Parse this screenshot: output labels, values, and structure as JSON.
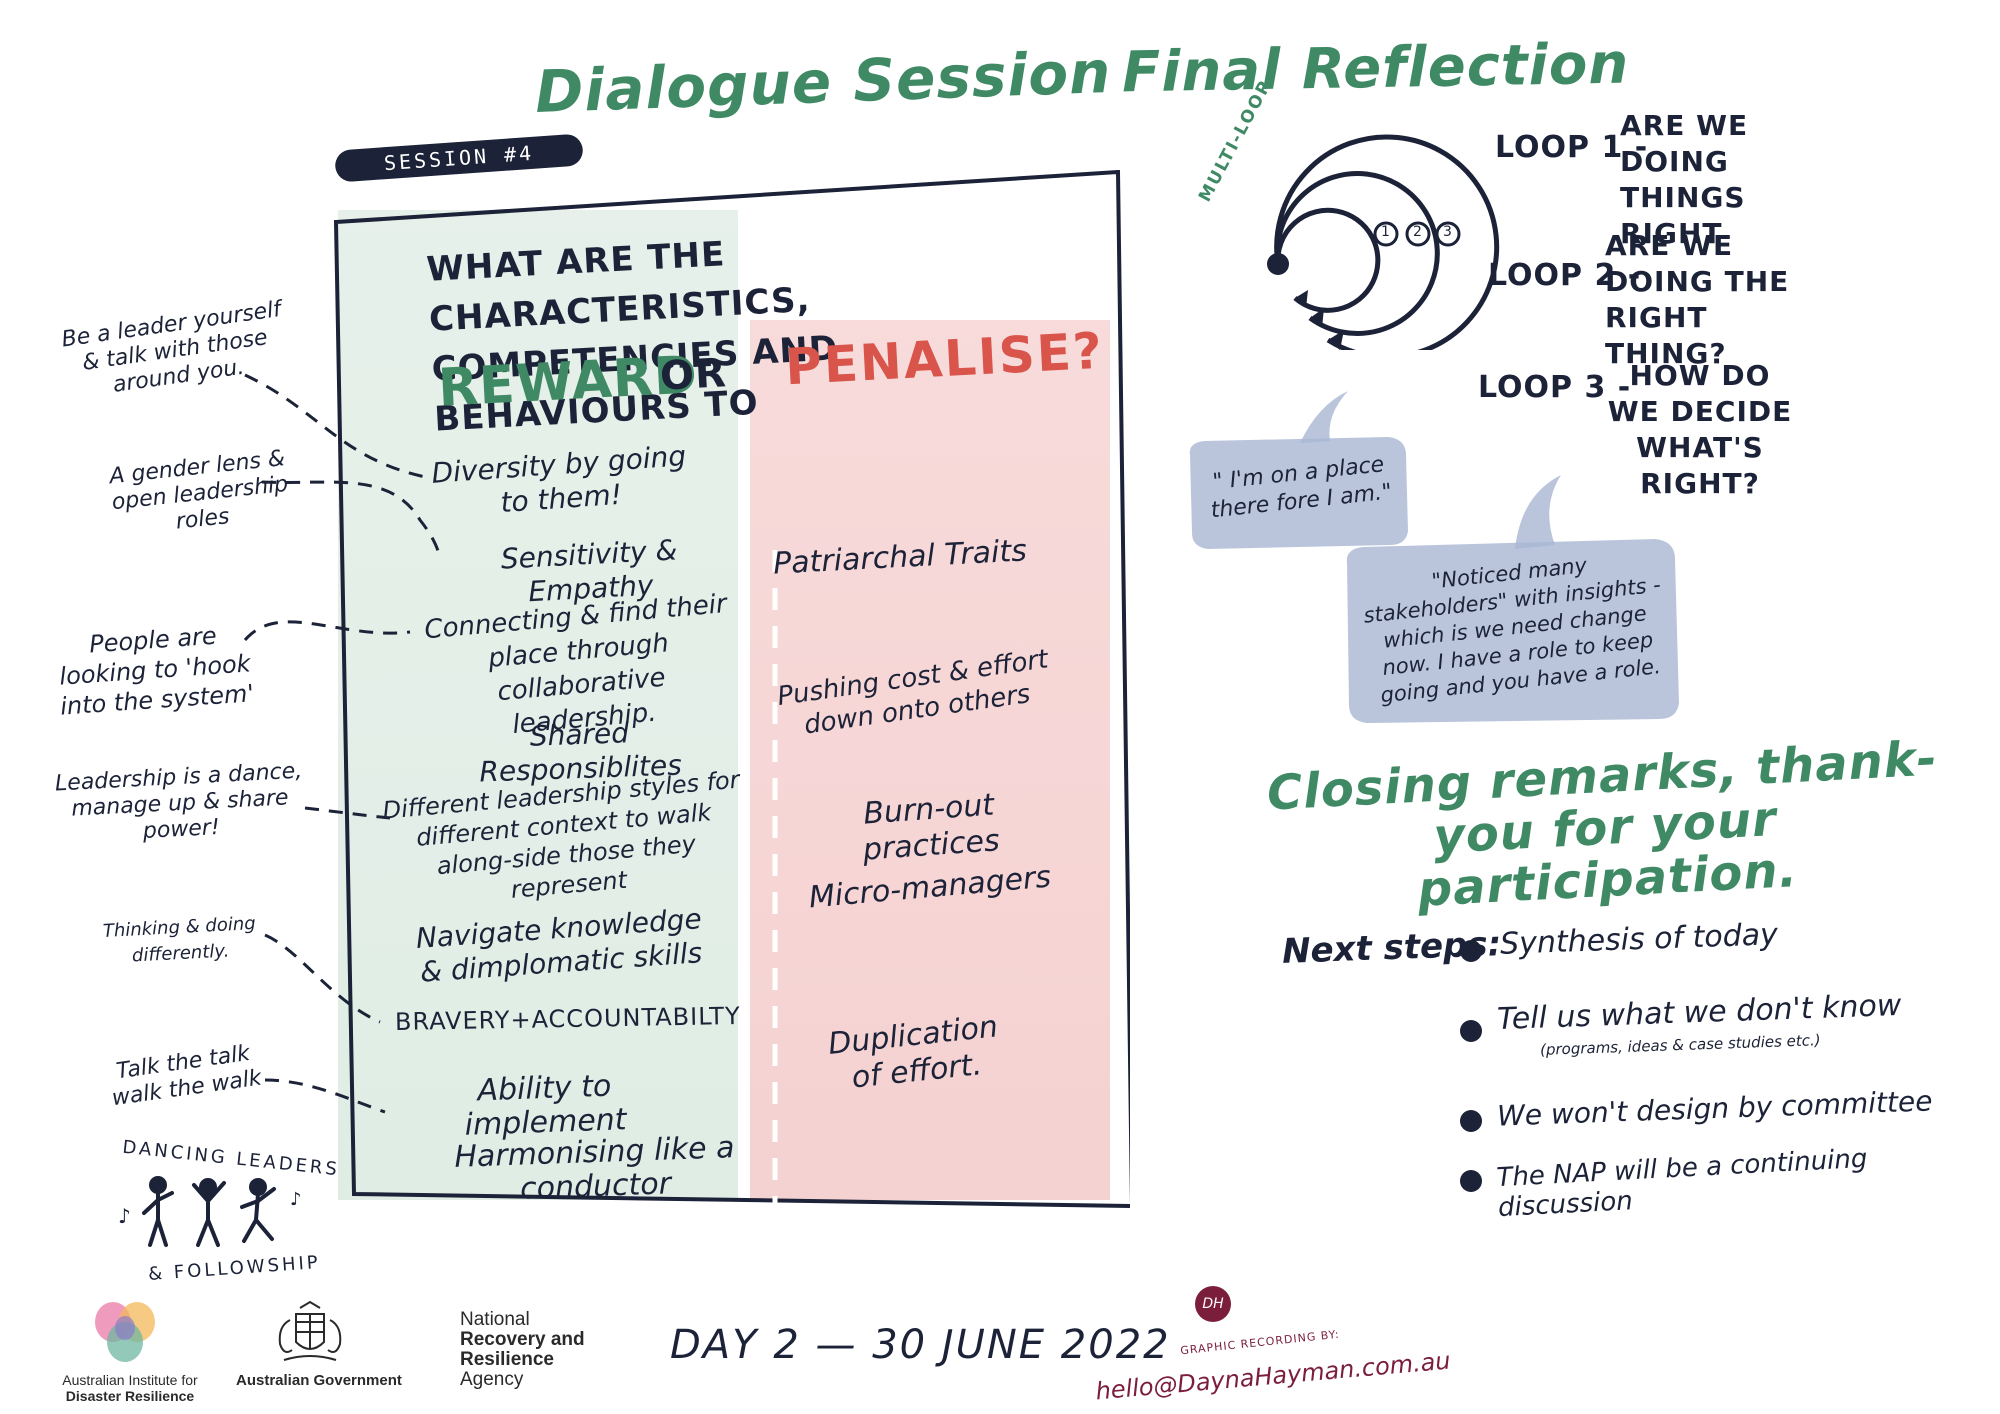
{
  "titles": {
    "dialogue": "Dialogue Session",
    "final": "Final Reflection"
  },
  "session_tag": "SESSION #4",
  "board": {
    "question": "WHAT ARE THE CHARACTERISTICS, COMPETENCIES AND BEHAVIOURS TO",
    "reward": "REWARD",
    "or": "OR",
    "penalise": "PENALISE?",
    "reward_items": [
      "Diversity by going to them!",
      "Sensitivity & Empathy",
      "Connecting & find their place through collaborative leadership.",
      "Shared Responsiblites",
      "Different leadership styles for different context to walk along-side those they represent",
      "Navigate knowledge & dimplomatic skills",
      "BRAVERY+ACCOUNTABILTY",
      "Ability to implement",
      "Harmonising like a conductor"
    ],
    "penalise_items": [
      "Patriarchal Traits",
      "Pushing cost & effort down onto others",
      "Burn-out practices",
      "Micro-managers",
      "Duplication of effort."
    ]
  },
  "side_notes": [
    "Be a leader yourself & talk with those around you.",
    "A gender lens & open leadership roles",
    "People are looking to 'hook into the system'",
    "Leadership is a dance, manage up & share power!",
    "Thinking & doing differently.",
    "Talk the talk walk the walk"
  ],
  "dancing": {
    "top": "DANCING LEADERS",
    "bottom": "& FOLLOWSHIP"
  },
  "multi_loop": {
    "label": "MULTI-LOOP",
    "numbers": [
      "1",
      "2",
      "3"
    ],
    "loops": [
      {
        "name": "LOOP 1 -",
        "text": "ARE WE DOING THINGS RIGHT"
      },
      {
        "name": "LOOP 2 -",
        "text": "ARE WE DOING THE RIGHT THING?"
      },
      {
        "name": "LOOP 3 -",
        "text": "HOW DO WE DECIDE WHAT'S RIGHT?"
      }
    ]
  },
  "quotes": [
    "\" I'm on a place there fore I am.\"",
    "\"Noticed many stakeholders\" with insights - which is we need change now. I have a role to keep going and you have a role."
  ],
  "closing": "Closing remarks, thank-you for your participation.",
  "next_steps": {
    "label": "Next steps:",
    "items": [
      "Synthesis of today",
      "Tell us what we don't know",
      "We won't design by committee",
      "The NAP will be a continuing discussion"
    ],
    "sub_note": "(programs, ideas & case studies etc.)"
  },
  "footer": {
    "aidr": [
      "Australian Institute for",
      "Disaster Resilience"
    ],
    "gov": "Australian Government",
    "nrra": [
      "National",
      "Recovery and",
      "Resilience",
      "Agency"
    ],
    "date": "DAY 2 — 30 JUNE 2022",
    "recorder_top": "GRAPHIC RECORDING BY:",
    "recorder_email": "hello@DaynaHayman.com.au",
    "monogram": "DH"
  },
  "colors": {
    "green": "#3f8a65",
    "red": "#d9544a",
    "ink": "#1c2237",
    "bubble": "#a9b6d3"
  }
}
